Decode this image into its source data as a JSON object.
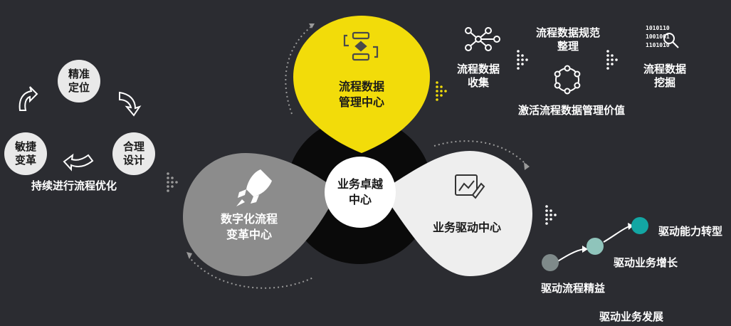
{
  "cycle": {
    "items": [
      {
        "line1": "精准",
        "line2": "定位"
      },
      {
        "line1": "合理",
        "line2": "设计"
      },
      {
        "line1": "敏捷",
        "line2": "变革"
      }
    ],
    "caption": "持续进行流程优化"
  },
  "center": {
    "line1": "业务卓越",
    "line2": "中心"
  },
  "top_petal": {
    "line1": "流程数据",
    "line2": "管理中心",
    "icon": "workflow-icon",
    "color": "#f2dc0a"
  },
  "left_petal": {
    "line1": "数字化流程",
    "line2": "变革中心",
    "icon": "rocket-icon",
    "color": "#8c8c8c"
  },
  "right_petal": {
    "label": "业务驱动中心",
    "icon": "chart-edit-icon",
    "color": "#eeeeee"
  },
  "data_mgmt": {
    "collect": {
      "line1": "流程数据",
      "line2": "收集"
    },
    "standardize": {
      "line1": "流程数据规范",
      "line2": "整理"
    },
    "mine": {
      "line1": "流程数据",
      "line2": "挖掘"
    },
    "activate": "激活流程数据管理价值",
    "binary_text": [
      "1010110",
      "1001001",
      "1101010"
    ]
  },
  "drive": {
    "steps": [
      {
        "label": "驱动流程精益",
        "color": "#7f8a8a"
      },
      {
        "label": "驱动业务增长",
        "color": "#8fc4bb"
      },
      {
        "label": "驱动能力转型",
        "color": "#13a6a3"
      }
    ],
    "caption": "驱动业务发展"
  }
}
